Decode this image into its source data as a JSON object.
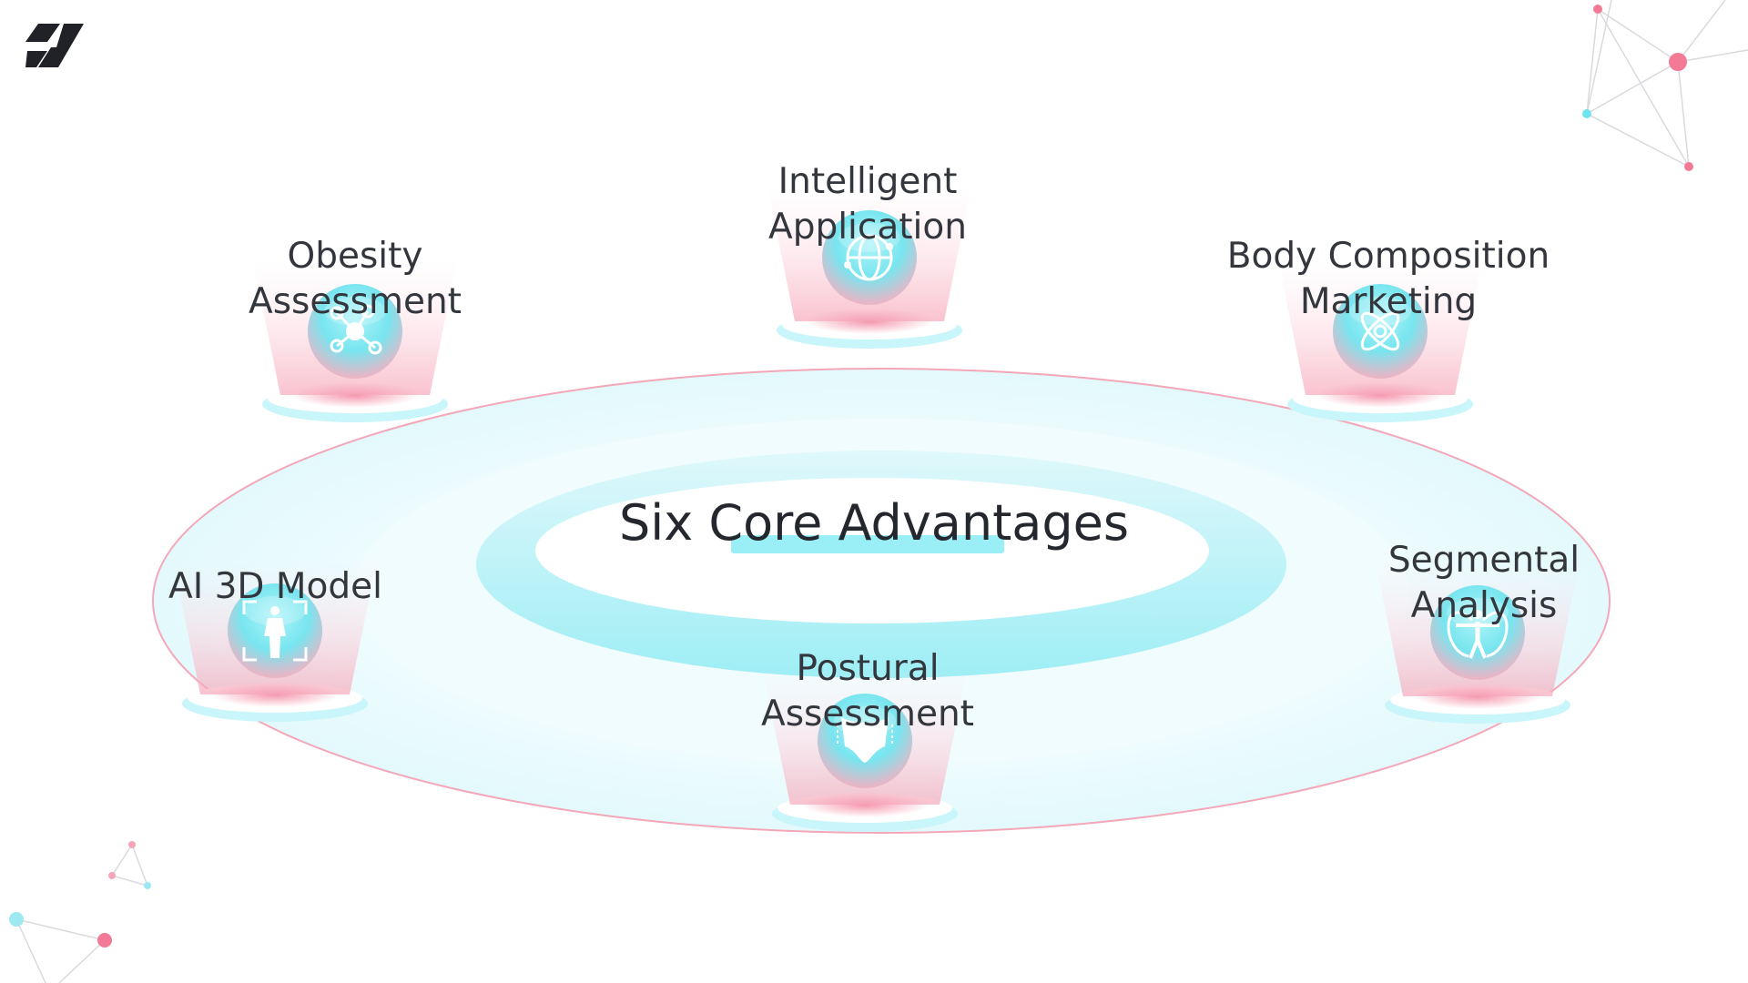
{
  "title": "Six Core Advantages",
  "advantages": [
    {
      "line1": "Intelligent",
      "line2": "Application",
      "icon": "globe-network-icon"
    },
    {
      "line1": "Obesity",
      "line2": "Assessment",
      "icon": "molecule-nodes-icon"
    },
    {
      "line1": "Body Composition",
      "line2": "Marketing",
      "icon": "atom-orbit-icon"
    },
    {
      "line1": "AI 3D Model",
      "line2": "",
      "icon": "body-scan-icon"
    },
    {
      "line1": "Segmental",
      "line2": "Analysis",
      "icon": "vitruvian-figure-icon"
    },
    {
      "line1": "Postural",
      "line2": "Assessment",
      "icon": "torso-posture-icon"
    }
  ],
  "colors": {
    "cyan": "#5fe0ec",
    "cyan_light": "#c9f6fa",
    "pink": "#f27a96",
    "pink_light": "#fbd3dd",
    "text": "#33363c"
  }
}
